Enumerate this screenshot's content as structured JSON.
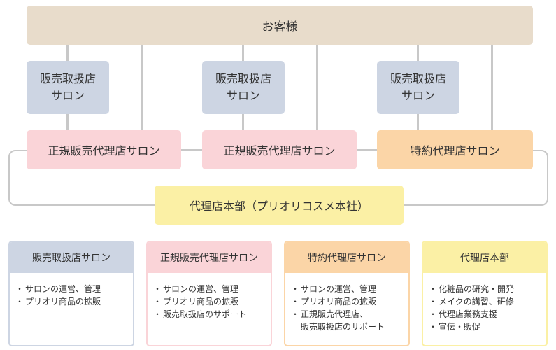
{
  "diagram": {
    "customer": "お客様",
    "retail_salons": [
      {
        "line1": "販売取扱店",
        "line2": "サロン"
      },
      {
        "line1": "販売取扱店",
        "line2": "サロン"
      },
      {
        "line1": "販売取扱店",
        "line2": "サロン"
      }
    ],
    "agent_salons": [
      "正規販売代理店サロン",
      "正規販売代理店サロン",
      "特約代理店サロン"
    ],
    "headquarters": "代理店本部（プリオリコスメ本社）"
  },
  "legend": [
    {
      "title": "販売取扱店サロン",
      "color": "#cdd5e3",
      "items": [
        [
          "サロンの運営、管理"
        ],
        [
          "プリオリ商品の拡販"
        ]
      ]
    },
    {
      "title": "正規販売代理店サロン",
      "color": "#fad4d8",
      "items": [
        [
          "サロンの運営、管理"
        ],
        [
          "プリオリ商品の拡販"
        ],
        [
          "販売取扱店のサポート"
        ]
      ]
    },
    {
      "title": "特約代理店サロン",
      "color": "#fbd5a7",
      "items": [
        [
          "サロンの運営、管理"
        ],
        [
          "プリオリ商品の拡販"
        ],
        [
          "正規販売代理店、",
          "販売取扱店のサポート"
        ]
      ]
    },
    {
      "title": "代理店本部",
      "color": "#fbf0a5",
      "items": [
        [
          "化粧品の研究・開発"
        ],
        [
          "メイクの講習、研修"
        ],
        [
          "代理店業務支援"
        ],
        [
          "宣伝・販促"
        ]
      ]
    }
  ]
}
